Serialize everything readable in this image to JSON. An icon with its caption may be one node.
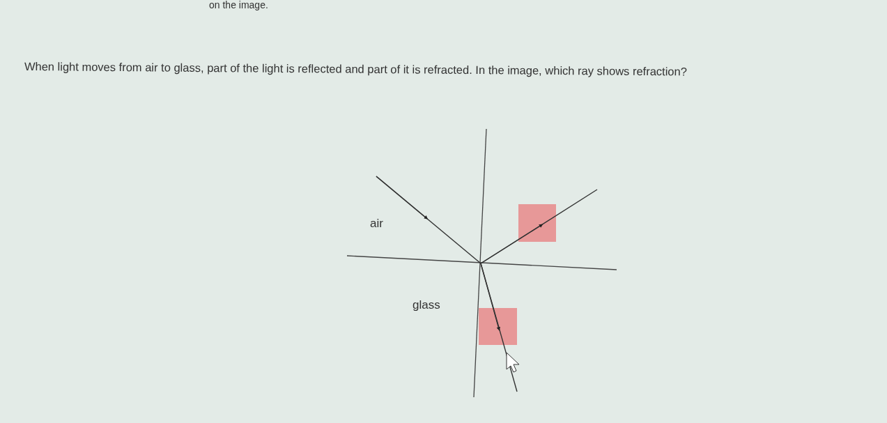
{
  "diagram": {
    "title": "When light moves from air to glass, part of the light is reflected and part of it is refracted. In the image, which ray shows refraction?",
    "labels": [
      "on the image.",
      "air",
      "glass"
    ]
  }
}
